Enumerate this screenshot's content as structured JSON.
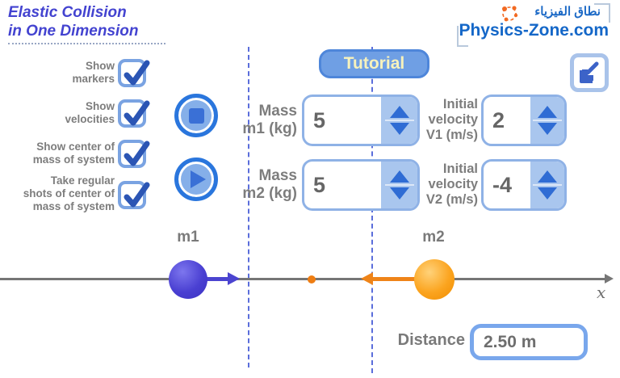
{
  "header": {
    "title": "Elastic Collision\nin One Dimension",
    "logo_arabic": "نطاق الفيزياء",
    "logo_site": "Physics-Zone.com"
  },
  "colors": {
    "title_blue": "#4343d0",
    "accent_blue": "#2f6cd4",
    "control_border_blue": "#8fb2e6",
    "checkbox_blue": "#7aa3e2",
    "checkmark_blue": "#2b55b4",
    "tutorial_fill": "#6f9fe4",
    "tutorial_text": "#f7f2bc",
    "logo_blue": "#1467c8",
    "logo_orange": "#f26a22",
    "ball1_blue": "#4a40d2",
    "ball2_orange": "#f59300",
    "com_orange": "#ee7d12",
    "axis_gray": "#767676",
    "label_gray": "#7d7d7d",
    "dashed_line": "#5b6edb"
  },
  "checkboxes": [
    {
      "label": "Show\nmarkers",
      "checked": true
    },
    {
      "label": "Show\nvelocities",
      "checked": true
    },
    {
      "label": "Show center of\nmass of system",
      "checked": true
    },
    {
      "label": "Take regular\nshots of center of\nmass of system",
      "checked": true
    }
  ],
  "tutorial_button": {
    "label": "Tutorial"
  },
  "controls": {
    "mass1": {
      "label": "Mass\nm1 (kg)",
      "value": "5"
    },
    "velocity1": {
      "label": "Initial\nvelocity\nV1 (m/s)",
      "value": "2"
    },
    "mass2": {
      "label": "Mass\nm2 (kg)",
      "value": "5"
    },
    "velocity2": {
      "label": "Initial\nvelocity\nV2 (m/s)",
      "value": "-4"
    }
  },
  "simulation": {
    "m1_label": "m1",
    "m2_label": "m2",
    "x_axis_label": "x",
    "distance_label": "Distance",
    "distance_value": "2.50 m"
  }
}
